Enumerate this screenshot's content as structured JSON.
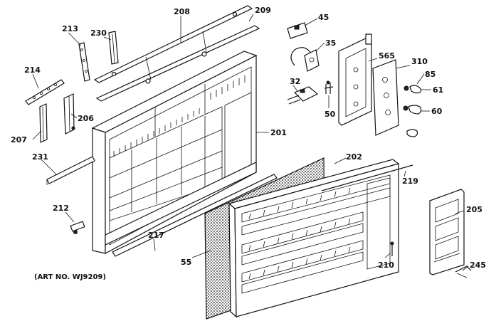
{
  "caption": "(ART NO. WJ9209)",
  "labels": {
    "p45": "45",
    "p35": "35",
    "p32": "32",
    "p50": "50",
    "p565": "565",
    "p310": "310",
    "p85": "85",
    "p61": "61",
    "p60": "60",
    "p208": "208",
    "p209": "209",
    "p213": "213",
    "p230": "230",
    "p214": "214",
    "p206": "206",
    "p207": "207",
    "p201": "201",
    "p231": "231",
    "p202": "202",
    "p219": "219",
    "p212": "212",
    "p217": "217",
    "p55": "55",
    "p210": "210",
    "p205": "205",
    "p245": "245"
  }
}
